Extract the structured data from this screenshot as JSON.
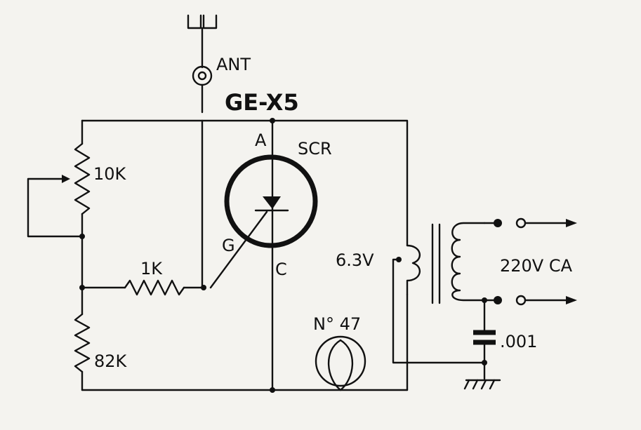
{
  "labels": {
    "antenna": "ANT",
    "device_type": "GE-X5",
    "scr": "SCR",
    "anode": "A",
    "gate": "G",
    "cathode": "C",
    "pot": "10K",
    "r_gate": "1K",
    "r_bottom": "82K",
    "filament_voltage": "6.3V",
    "mains": "220V CA",
    "cap": ".001",
    "lamp": "N° 47"
  }
}
